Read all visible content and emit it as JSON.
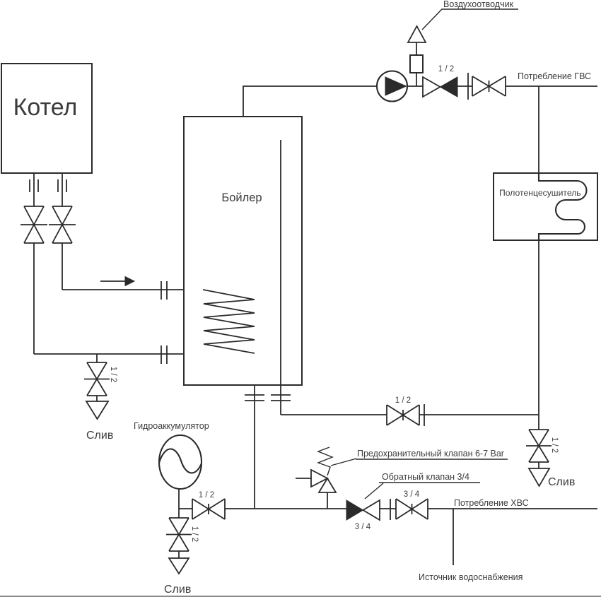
{
  "diagram_type": "plumbing-heating-scheme",
  "colors": {
    "background": "#ffffff",
    "line": "#2b2b2b",
    "text": "#3c3c3c"
  },
  "equipment": {
    "kotel": "Котел",
    "boiler": "Бойлер",
    "towel_dryer": "Полотенцесушитель",
    "hydro_accumulator": "Гидроаккумулятор",
    "air_vent": "Воздухоотводчик"
  },
  "flow_labels": {
    "hot_water": "Потребление ГВС",
    "cold_water": "Потребление ХВС",
    "source": "Источник водоснабжения"
  },
  "callouts": {
    "safety_valve": "Предохранительный клапан 6-7 Bar",
    "check_valve": "Обратный клапан 3/4"
  },
  "drains": {
    "left": "Слив",
    "hydro": "Слив",
    "right": "Слив"
  },
  "valve_sizes": {
    "gvs_shutoff": "1 / 2",
    "boiler_drain_line": "1 / 2",
    "hydro_line": "1 / 2",
    "hvs_shutoff": "3 / 4",
    "check_valve": "3 / 4",
    "left_drain": "1 / 2",
    "hydro_drain": "1 / 2",
    "right_drain": "1 / 2"
  }
}
